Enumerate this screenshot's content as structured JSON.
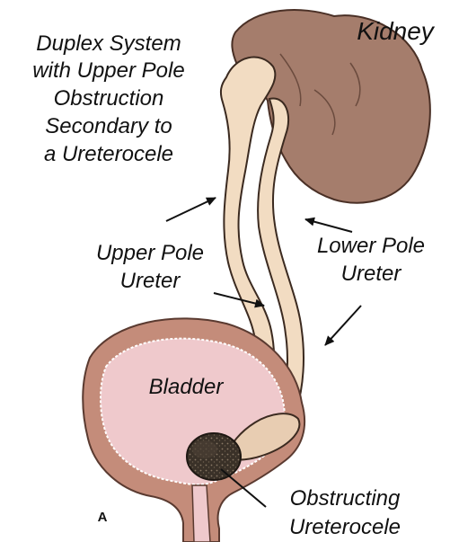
{
  "labels": {
    "title_lines": [
      "Duplex System",
      "with Upper Pole",
      "Obstruction",
      "Secondary to",
      "a Ureterocele"
    ],
    "kidney": "Kidney",
    "upper_pole_ureter_lines": [
      "Upper Pole",
      "Ureter"
    ],
    "lower_pole_ureter_lines": [
      "Lower Pole",
      "Ureter"
    ],
    "bladder": "Bladder",
    "ureterocele_lines": [
      "Obstructing",
      "Ureterocele"
    ],
    "panel_letter": "A"
  },
  "colors": {
    "kidney_fill": "#a57d6c",
    "kidney_outline": "#4a3026",
    "ureter_fill": "#f2dcc2",
    "ureter_outline": "#3b2a20",
    "bladder_wall": "#c48c7a",
    "bladder_lumen": "#efc9cc",
    "ureterocele": "#3a3128",
    "line": "#111111"
  }
}
